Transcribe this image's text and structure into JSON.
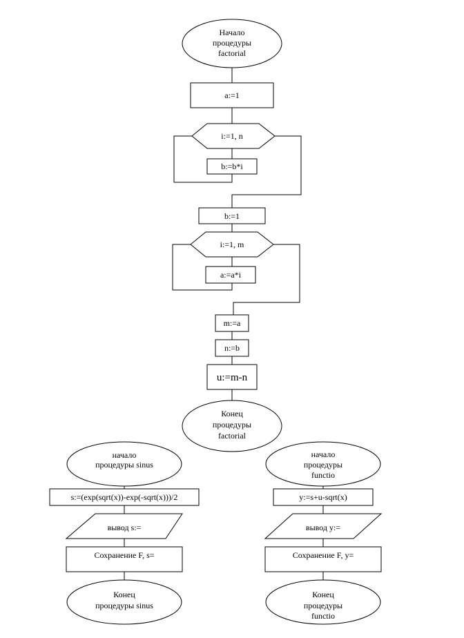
{
  "factorial": {
    "start": [
      "Начало",
      "процедуры",
      "factorial"
    ],
    "init_a": "a:=1",
    "loop1": "i:=1, n",
    "body1": "b:=b*i",
    "init_b": "b:=1",
    "loop2": "i:=1, m",
    "body2": "a:=a*i",
    "assign_m": "m:=a",
    "assign_n": "n:=b",
    "assign_u": "u:=m-n",
    "end": [
      "Конец",
      "процедуры",
      "factorial"
    ]
  },
  "sinus": {
    "start": [
      "начало",
      "процедуры sinus"
    ],
    "calc": "s:=(exp(sqrt(x))-exp(-sqrt(x)))/2",
    "output": "вывод s:=",
    "save": "Сохранение F, s=",
    "end": [
      "Конец",
      "процедуры sinus"
    ]
  },
  "functio": {
    "start": [
      "начало",
      "процедуры",
      "functio"
    ],
    "calc": "y:=s+u-sqrt(x)",
    "output": "вывод y:=",
    "save": "Сохранение F, y=",
    "end": [
      "Конец",
      "процедуры",
      "functio"
    ]
  }
}
